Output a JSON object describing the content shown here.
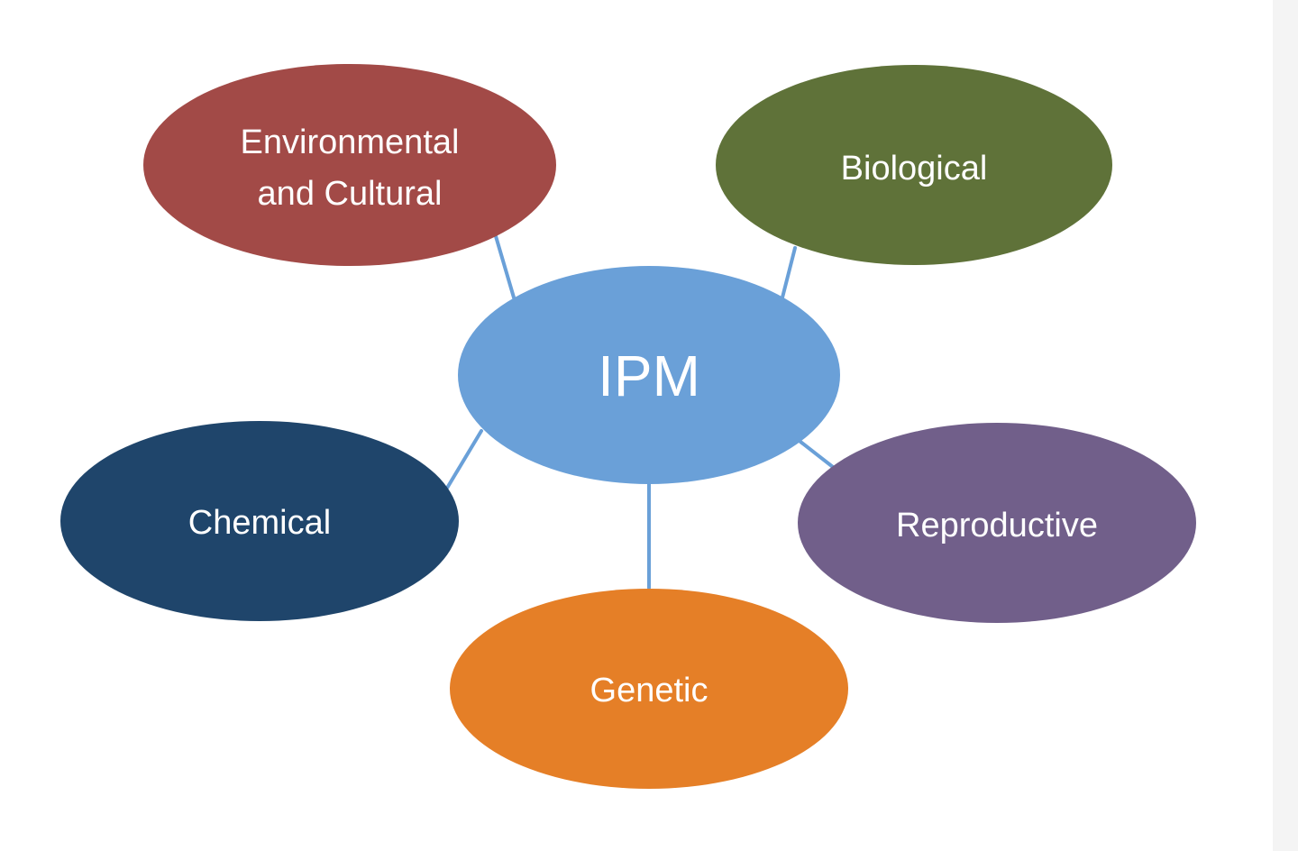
{
  "diagram": {
    "center": {
      "label": "IPM",
      "color": "#6aa0d8"
    },
    "connector_color": "#6aa0d8",
    "nodes": [
      {
        "id": "environmental",
        "label_lines": [
          "Environmental",
          "and Cultural"
        ],
        "color": "#a24a47"
      },
      {
        "id": "biological",
        "label_lines": [
          "Biological"
        ],
        "color": "#5f7239"
      },
      {
        "id": "chemical",
        "label_lines": [
          "Chemical"
        ],
        "color": "#1f456b"
      },
      {
        "id": "reproductive",
        "label_lines": [
          "Reproductive"
        ],
        "color": "#715f8a"
      },
      {
        "id": "genetic",
        "label_lines": [
          "Genetic"
        ],
        "color": "#e57f27"
      }
    ]
  }
}
